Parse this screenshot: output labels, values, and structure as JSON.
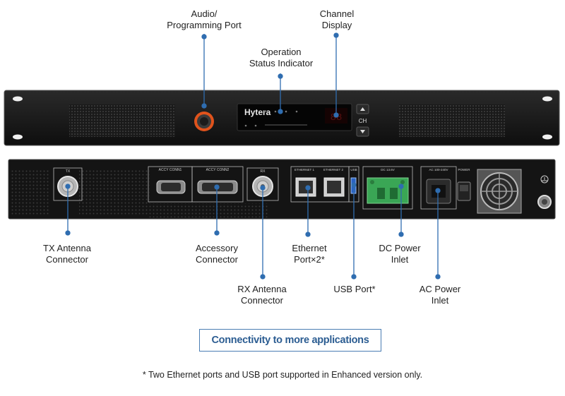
{
  "labels": {
    "audio_port": [
      "Audio/",
      "Programming Port"
    ],
    "channel_display": [
      "Channel",
      "Display"
    ],
    "operation_status": [
      "Operation",
      "Status Indicator"
    ],
    "tx_antenna": [
      "TX Antenna",
      "Connector"
    ],
    "accessory": [
      "Accessory",
      "Connector"
    ],
    "rx_antenna": [
      "RX Antenna",
      "Connector"
    ],
    "ethernet": [
      "Ethernet",
      "Port×2*"
    ],
    "usb": [
      "USB Port*"
    ],
    "dc_power": [
      "DC Power",
      "Inlet"
    ],
    "ac_power": [
      "AC Power",
      "Inlet"
    ]
  },
  "panel_text": {
    "brand": "Hytera",
    "ch": "CH",
    "tx": "TX",
    "rx": "RX",
    "acc1": "ACCY CONN1",
    "acc2": "ACCY CONN2",
    "eth1": "ETHERNET 1",
    "eth2": "ETHERNET 2",
    "usb": "USB",
    "dc": "DC 13.6V",
    "ac": "AC 100-240V",
    "power": "POWER"
  },
  "banner": "Connectivity to more applications",
  "footnote": "* Two Ethernet ports and USB port supported in Enhanced version only.",
  "colors": {
    "accent": "#2c5d92",
    "callout": "#2f6db0",
    "chassis": "#151515",
    "connector_green": "#3aa655",
    "orange_ring": "#e0531c"
  }
}
